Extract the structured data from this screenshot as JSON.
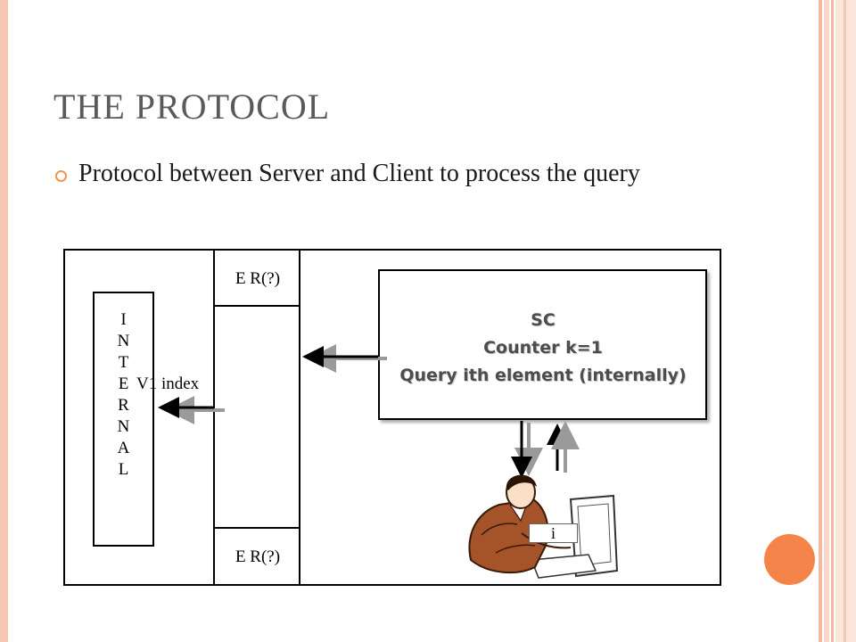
{
  "slide": {
    "title": "THE PROTOCOL",
    "bullet": "Protocol between Server and Client to process the query"
  },
  "diagram": {
    "internal_letters": [
      "I",
      "N",
      "T",
      "E",
      "R",
      "N",
      "A",
      "L"
    ],
    "er_top": "E R(?)",
    "er_bottom": "E R(?)",
    "v1_label": "V1 index",
    "sc": {
      "line1": "SC",
      "line2": "Counter k=1",
      "line3": "Query ith element (internally)"
    },
    "user_input": "i"
  },
  "colors": {
    "accent": "#f5844b",
    "title": "#5a5a5a",
    "band": "#f6c8b4"
  }
}
